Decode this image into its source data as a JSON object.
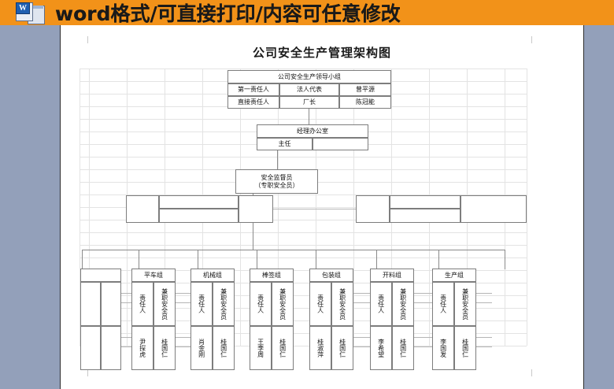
{
  "banner": {
    "icon": "word-document-icon",
    "icon_letter": "W",
    "text": "word格式/可直接打印/内容可任意修改",
    "bg_color": "#f29219"
  },
  "document": {
    "title": "公司安全生产管理架构图",
    "page_bg": "#ffffff",
    "gutter_color": "#93a0ba"
  },
  "chart": {
    "leadership": {
      "header": "公司安全生产领导小组",
      "rows": [
        {
          "role": "第一责任人",
          "position": "法人代表",
          "name": "曾平源"
        },
        {
          "role": "直接责任人",
          "position": "厂长",
          "name": "陈冠能"
        }
      ]
    },
    "office": {
      "header": "经理办公室",
      "role": "主任",
      "name": ""
    },
    "supervisor": {
      "line1": "安全监督员",
      "line2": "（专职安全员）"
    },
    "mid_boxes": [
      {
        "label": ""
      },
      {
        "label": ""
      },
      {
        "label": ""
      },
      {
        "label": ""
      },
      {
        "label": ""
      },
      {
        "label": ""
      }
    ],
    "column_headers": {
      "responsible": "责任人",
      "safety_officer": "兼职安全员"
    },
    "groups": [
      {
        "name": "",
        "responsible": "",
        "safety_officer": ""
      },
      {
        "name": "平车组",
        "responsible": "尹探虎",
        "safety_officer": "桂国仁"
      },
      {
        "name": "机械组",
        "responsible": "肖金刚",
        "safety_officer": "桂国仁"
      },
      {
        "name": "棒签组",
        "responsible": "王李周",
        "safety_officer": "桂国仁"
      },
      {
        "name": "包装组",
        "responsible": "桂淑萍",
        "safety_officer": "桂国仁"
      },
      {
        "name": "开料组",
        "responsible": "李希望",
        "safety_officer": "桂国仁"
      },
      {
        "name": "生产组",
        "responsible": "李国发",
        "safety_officer": "桂国仁"
      }
    ]
  }
}
